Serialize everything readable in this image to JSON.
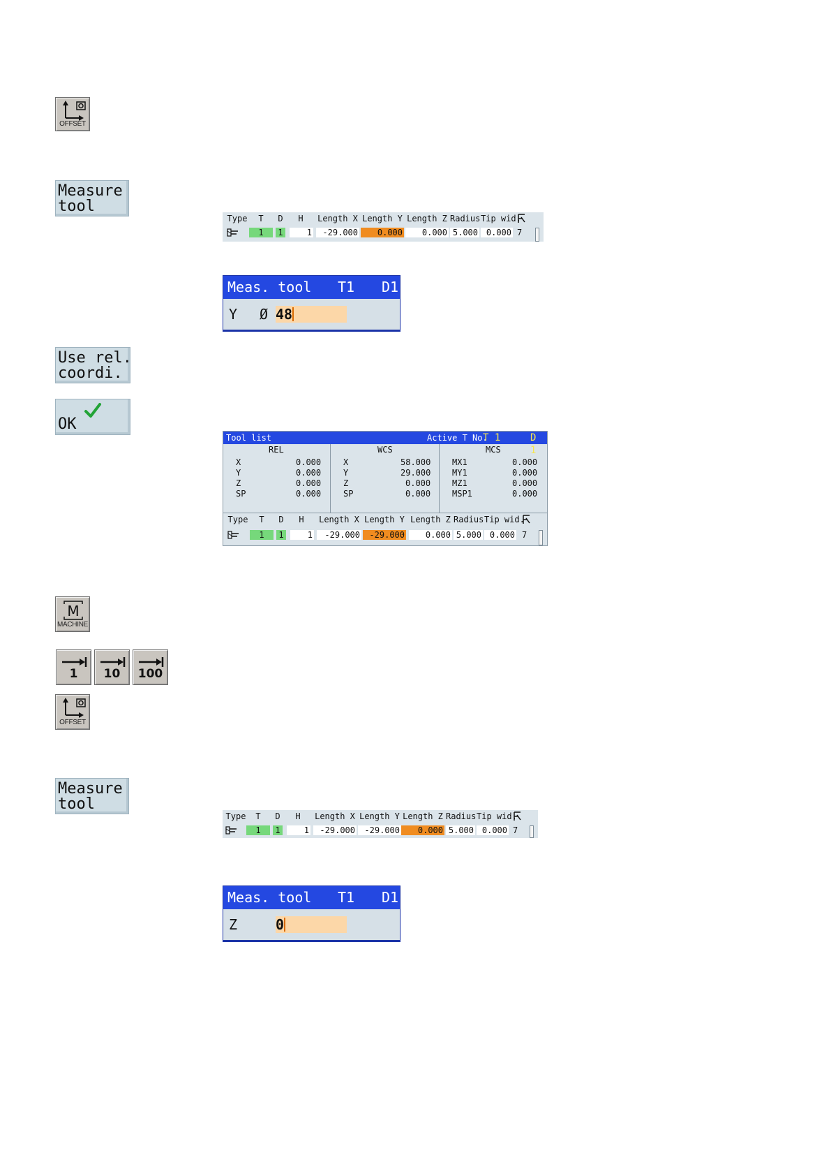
{
  "keys": {
    "offset_label": "OFFSET",
    "machine_letter": "M",
    "machine_label": "MACHINE",
    "increments": [
      "1",
      "10",
      "100"
    ]
  },
  "softkeys": {
    "measure_tool": "Measure\ntool",
    "use_rel_coordi": "Use rel.\ncoordi.",
    "ok": "OK"
  },
  "tool_table": {
    "headers": [
      "Type",
      "T",
      "D",
      "H",
      "Length X",
      "Length Y",
      "Length Z",
      "Radius",
      "Tip wid."
    ],
    "row1": {
      "t": "1",
      "d": "1",
      "h": "1",
      "length_x": "-29.000",
      "length_y": "0.000",
      "length_z": "0.000",
      "radius": "5.000",
      "tip_wid": "0.000",
      "count": "7"
    },
    "row2": {
      "t": "1",
      "d": "1",
      "h": "1",
      "length_x": "-29.000",
      "length_y": "-29.000",
      "length_z": "0.000",
      "radius": "5.000",
      "tip_wid": "0.000",
      "count": "7"
    },
    "row3": {
      "t": "1",
      "d": "1",
      "h": "1",
      "length_x": "-29.000",
      "length_y": "-29.000",
      "length_z": "0.000",
      "radius": "5.000",
      "tip_wid": "0.000",
      "count": "7"
    }
  },
  "dialog_y": {
    "title": "Meas. tool",
    "tool": "T1",
    "edge": "D1",
    "axis": "Y",
    "diameter_symbol": "Ø",
    "value": "48"
  },
  "dialog_z": {
    "title": "Meas. tool",
    "tool": "T1",
    "edge": "D1",
    "axis": "Z",
    "value": "0"
  },
  "tool_list": {
    "title": "Tool list",
    "active_label": "Active T No.",
    "active_t": "T 1",
    "active_d": "D 1",
    "rel": {
      "header": "REL",
      "labels": [
        "X",
        "Y",
        "Z",
        "SP"
      ],
      "values": [
        "0.000",
        "0.000",
        "0.000",
        "0.000"
      ]
    },
    "wcs": {
      "header": "WCS",
      "labels": [
        "X",
        "Y",
        "Z",
        "SP"
      ],
      "values": [
        "58.000",
        "29.000",
        "0.000",
        "0.000"
      ]
    },
    "mcs": {
      "header": "MCS",
      "labels": [
        "MX1",
        "MY1",
        "MZ1",
        "MSP1"
      ],
      "values": [
        "0.000",
        "0.000",
        "0.000",
        "0.000"
      ]
    }
  }
}
